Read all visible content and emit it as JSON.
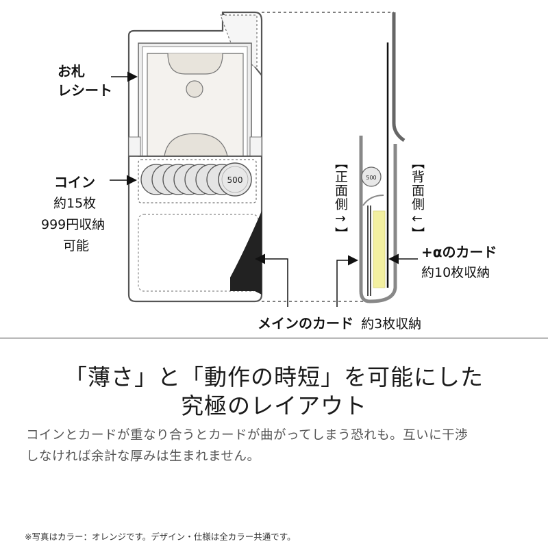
{
  "diagram": {
    "label_bills": "お札",
    "label_receipt": "レシート",
    "label_coin_title": "コイン",
    "label_coin_count": "約15枚",
    "label_coin_amount": "999円収納",
    "label_coin_possible": "可能",
    "coin_value": "500",
    "label_front": "【正面側→】",
    "label_back": "【背面側←】",
    "label_alpha_title": "+αのカード",
    "label_alpha_count": "約10枚収納",
    "label_main_title": "メインのカード",
    "label_main_count": "約3枚収納",
    "accent_yellow": "#f3f0a0",
    "panel_gray": "#f2f2f2"
  },
  "headline": {
    "line1": "「薄さ」と「動作の時短」を可能にした",
    "line2": "究極のレイアウト"
  },
  "body": {
    "line1": "コインとカードが重なり合うとカードが曲がってしまう恐れも。互いに干渉",
    "line2": "しなければ余計な厚みは生まれません。"
  },
  "footnote": "※写真はカラー：オレンジです。デザイン・仕様は全カラー共通です。"
}
